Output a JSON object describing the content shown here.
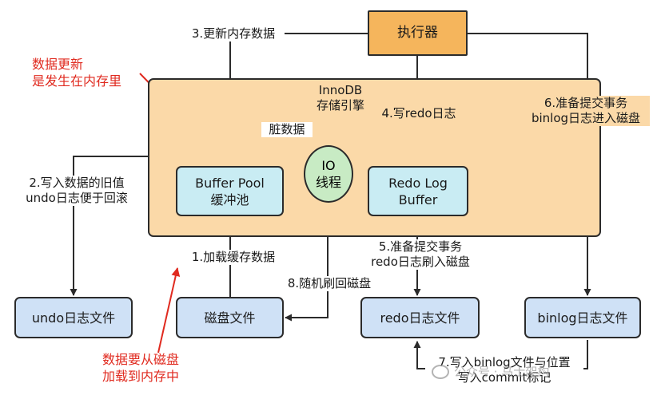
{
  "nodes": {
    "executor": "执行器",
    "innodb": "InnoDB\n存储引擎",
    "buffer_pool": "Buffer Pool\n缓冲池",
    "io_thread": "IO\n线程",
    "redo_log_buffer": "Redo Log\nBuffer",
    "undo_file": "undo日志文件",
    "disk_file": "磁盘文件",
    "redo_file": "redo日志文件",
    "binlog_file": "binlog日志文件"
  },
  "steps": {
    "s1": "1.加载缓存数据",
    "s2": "2.写入数据的旧值\nundo日志便于回滚",
    "s3": "3.更新内存数据",
    "s4": "4.写redo日志",
    "s5": "5.准备提交事务\nredo日志刷入磁盘",
    "s6": "6.准备提交事务\nbinlog日志进入磁盘",
    "s7": "7.写入binlog文件与位置\n写入commit标记",
    "s8": "8.随机刷回磁盘",
    "dirty": "脏数据"
  },
  "annotations": {
    "update_note": "数据更新\n是发生在内存里",
    "load_note": "数据要从磁盘\n加载到内存中"
  },
  "watermark": "公众号 · 马士架构",
  "colors": {
    "engine": "#fbd9a8",
    "executor": "#f5b55c",
    "memory_box": "#c9ecf3",
    "disk_box": "#cfe1f6",
    "io_thread": "#c8ebc4",
    "annotation": "#e02a1f"
  }
}
